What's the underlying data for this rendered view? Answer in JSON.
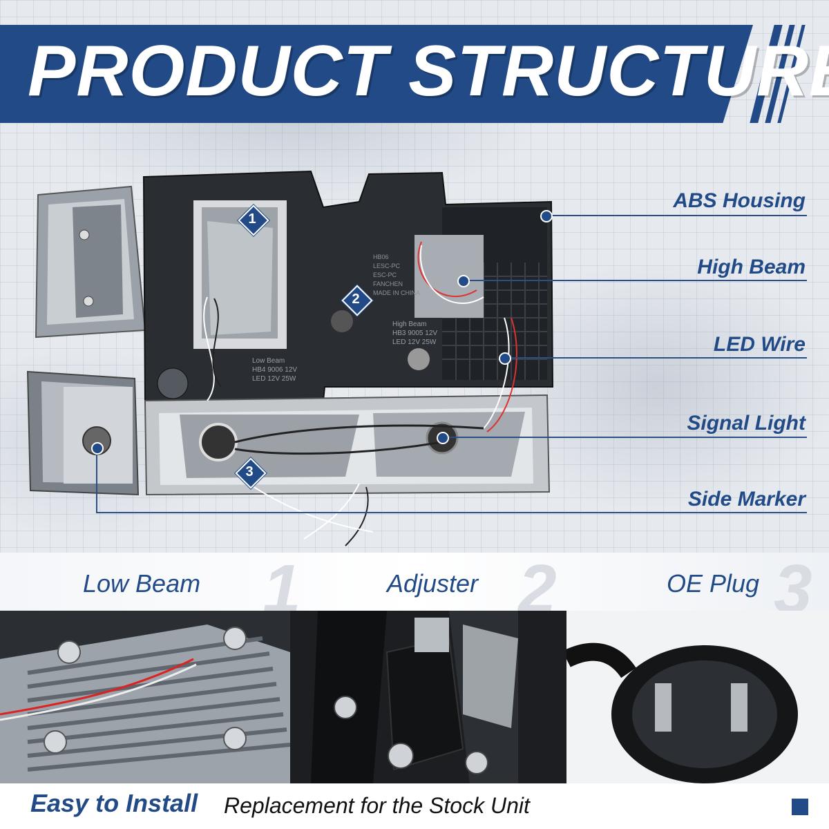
{
  "title": "PRODUCT STRUCTURE",
  "badges": [
    "1",
    "2",
    "3"
  ],
  "callouts": [
    {
      "label": "ABS Housing"
    },
    {
      "label": "High Beam"
    },
    {
      "label": "LED Wire"
    },
    {
      "label": "Signal Light"
    },
    {
      "label": "Side Marker"
    }
  ],
  "housing_print": {
    "low_beam": [
      "Low Beam",
      "HB4 9006 12V",
      "LED 12V 25W"
    ],
    "high_beam": [
      "High Beam",
      "HB3 9005 12V",
      "LED 12V 25W"
    ],
    "center": [
      "HB06",
      "LESC-PC",
      "ESC-PC",
      "FANCHEN",
      "MADE IN CHINA"
    ]
  },
  "features": [
    {
      "name": "Low Beam",
      "number": "1"
    },
    {
      "name": "Adjuster",
      "number": "2"
    },
    {
      "name": "OE Plug",
      "number": "3"
    }
  ],
  "footer": {
    "headline": "Easy to Install",
    "text": "Replacement for the Stock Unit"
  },
  "colors": {
    "brand_blue": "#214a86",
    "label_grey": "#d9dde3"
  }
}
